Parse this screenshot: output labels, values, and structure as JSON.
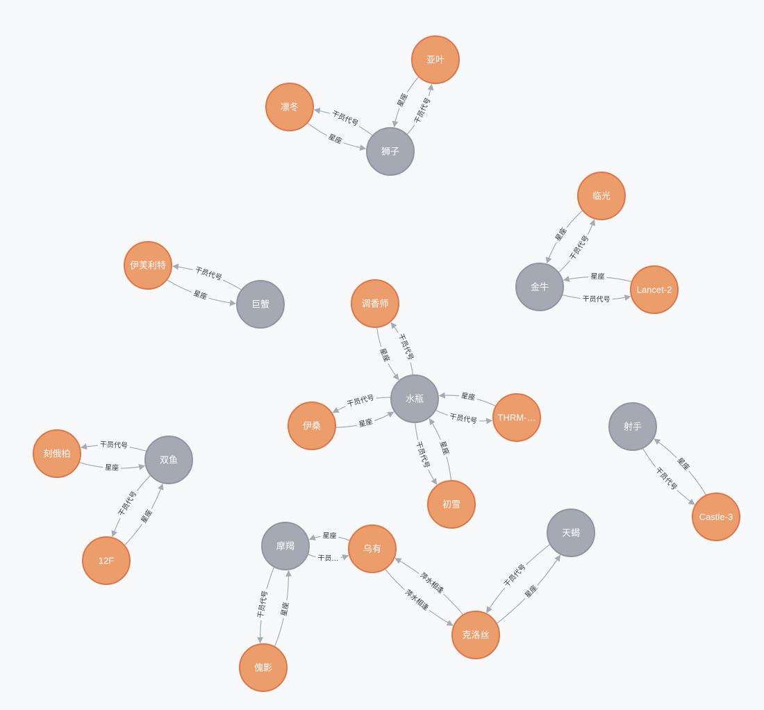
{
  "colors": {
    "character_fill": "#ec9d6c",
    "character_stroke": "#e27545",
    "constellation_fill": "#a5a9b4",
    "constellation_stroke": "#9195a0",
    "edge": "#a5abb6",
    "background": "#f8f9fb"
  },
  "nodes": [
    {
      "id": "yaye",
      "label": "亚叶",
      "type": "character"
    },
    {
      "id": "lindong",
      "label": "凛冬",
      "type": "character"
    },
    {
      "id": "shizi",
      "label": "狮子",
      "type": "constellation"
    },
    {
      "id": "linguang",
      "label": "临光",
      "type": "character"
    },
    {
      "id": "jinniu",
      "label": "金牛",
      "type": "constellation"
    },
    {
      "id": "lancet2",
      "label": "Lancet-2",
      "type": "character"
    },
    {
      "id": "yifuliite",
      "label": "伊芙利特",
      "type": "character"
    },
    {
      "id": "juxie",
      "label": "巨蟹",
      "type": "constellation"
    },
    {
      "id": "tiaoxiangshi",
      "label": "调香师",
      "type": "character"
    },
    {
      "id": "shuiping",
      "label": "水瓶",
      "type": "constellation"
    },
    {
      "id": "yisang",
      "label": "伊桑",
      "type": "character"
    },
    {
      "id": "thrm",
      "label": "THRM-…",
      "type": "character"
    },
    {
      "id": "chuxue",
      "label": "初雪",
      "type": "character"
    },
    {
      "id": "sheshou",
      "label": "射手",
      "type": "constellation"
    },
    {
      "id": "castle3",
      "label": "Castle-3",
      "type": "character"
    },
    {
      "id": "keebai",
      "label": "刻俄柏",
      "type": "character"
    },
    {
      "id": "shuangyu",
      "label": "双鱼",
      "type": "constellation"
    },
    {
      "id": "12f",
      "label": "12F",
      "type": "character"
    },
    {
      "id": "mojie",
      "label": "摩羯",
      "type": "constellation"
    },
    {
      "id": "wuyou",
      "label": "乌有",
      "type": "character"
    },
    {
      "id": "tianxie",
      "label": "天蝎",
      "type": "constellation"
    },
    {
      "id": "keluosi",
      "label": "克洛丝",
      "type": "character"
    },
    {
      "id": "kuiying",
      "label": "傀影",
      "type": "character"
    }
  ],
  "edges": [
    {
      "source": "shizi",
      "target": "yaye",
      "label": "干员代号"
    },
    {
      "source": "yaye",
      "target": "shizi",
      "label": "星座"
    },
    {
      "source": "shizi",
      "target": "lindong",
      "label": "干员代号"
    },
    {
      "source": "lindong",
      "target": "shizi",
      "label": "星座"
    },
    {
      "source": "jinniu",
      "target": "linguang",
      "label": "干员代号"
    },
    {
      "source": "linguang",
      "target": "jinniu",
      "label": "星座"
    },
    {
      "source": "jinniu",
      "target": "lancet2",
      "label": "干员代号"
    },
    {
      "source": "lancet2",
      "target": "jinniu",
      "label": "星座"
    },
    {
      "source": "yifuliite",
      "target": "juxie",
      "label": "星座"
    },
    {
      "source": "juxie",
      "target": "yifuliite",
      "label": "干员代号"
    },
    {
      "source": "shuiping",
      "target": "tiaoxiangshi",
      "label": "干员代号"
    },
    {
      "source": "tiaoxiangshi",
      "target": "shuiping",
      "label": "星座"
    },
    {
      "source": "yisang",
      "target": "shuiping",
      "label": "星座"
    },
    {
      "source": "shuiping",
      "target": "yisang",
      "label": "干员代号"
    },
    {
      "source": "shuiping",
      "target": "thrm",
      "label": "干员代号"
    },
    {
      "source": "thrm",
      "target": "shuiping",
      "label": "星座"
    },
    {
      "source": "shuiping",
      "target": "chuxue",
      "label": "干员代号"
    },
    {
      "source": "chuxue",
      "target": "shuiping",
      "label": "星座"
    },
    {
      "source": "sheshou",
      "target": "castle3",
      "label": "干员代号"
    },
    {
      "source": "castle3",
      "target": "sheshou",
      "label": "星座"
    },
    {
      "source": "keebai",
      "target": "shuangyu",
      "label": "星座"
    },
    {
      "source": "shuangyu",
      "target": "keebai",
      "label": "干员代号"
    },
    {
      "source": "12f",
      "target": "shuangyu",
      "label": "星座"
    },
    {
      "source": "shuangyu",
      "target": "12f",
      "label": "干员代号"
    },
    {
      "source": "wuyou",
      "target": "mojie",
      "label": "星座"
    },
    {
      "source": "mojie",
      "target": "wuyou",
      "label": "干员…"
    },
    {
      "source": "kuiying",
      "target": "mojie",
      "label": "星座"
    },
    {
      "source": "mojie",
      "target": "kuiying",
      "label": "干员代号"
    },
    {
      "source": "wuyou",
      "target": "keluosi",
      "label": "萍水相逢"
    },
    {
      "source": "keluosi",
      "target": "wuyou",
      "label": "萍水相逢"
    },
    {
      "source": "keluosi",
      "target": "tianxie",
      "label": "星座"
    },
    {
      "source": "tianxie",
      "target": "keluosi",
      "label": "干员代号"
    }
  ]
}
